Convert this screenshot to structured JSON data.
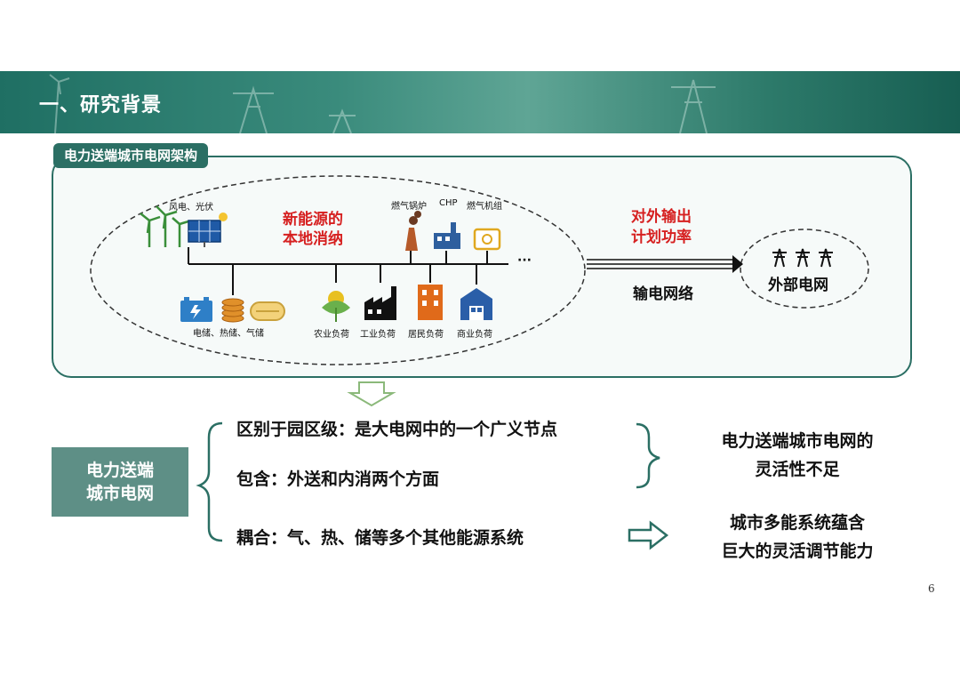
{
  "header": {
    "section_title": "一、研究背景"
  },
  "panel": {
    "title": "电力送端城市电网架构",
    "sources_label": "风电、光伏",
    "local_consumption": [
      "新能源的",
      "本地消纳"
    ],
    "generators_label_1": "燃气锅炉",
    "generators_label_2": "CHP",
    "generators_label_3": "燃气机组",
    "ellipsis": "···",
    "storage_label": "电储、热储、气储",
    "loads": [
      "农业负荷",
      "工业负荷",
      "居民负荷",
      "商业负荷"
    ],
    "export_plan": [
      "对外输出",
      "计划功率"
    ],
    "transmission_label": "输电网络",
    "external_grid": "外部电网"
  },
  "bottom": {
    "side_box": [
      "电力送端",
      "城市电网"
    ],
    "statements": [
      "区别于园区级：是大电网中的一个广义节点",
      "包含：外送和内消两个方面",
      "耦合：气、热、储等多个其他能源系统"
    ],
    "conclusion_1": [
      "电力送端城市电网的",
      "灵活性不足"
    ],
    "conclusion_2": [
      "城市多能系统蕴含",
      "巨大的灵活调节能力"
    ]
  },
  "page_number": "6",
  "colors": {
    "theme": "#2b6f64",
    "accent_red": "#d62020",
    "side_box": "#5e8f86"
  }
}
